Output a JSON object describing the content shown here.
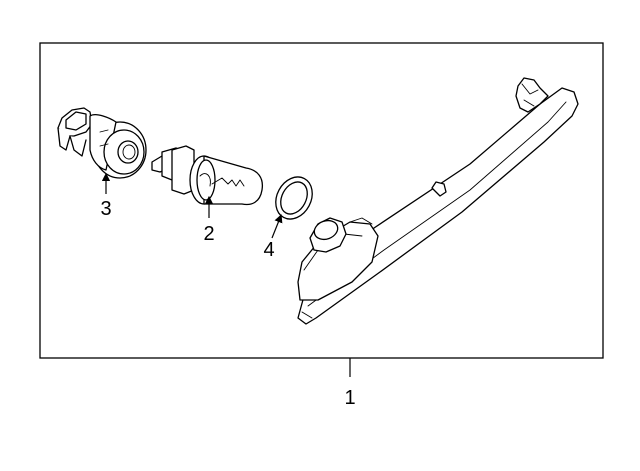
{
  "callouts": {
    "assembly": "1",
    "bulb": "2",
    "socket": "3",
    "gasket": "4"
  }
}
